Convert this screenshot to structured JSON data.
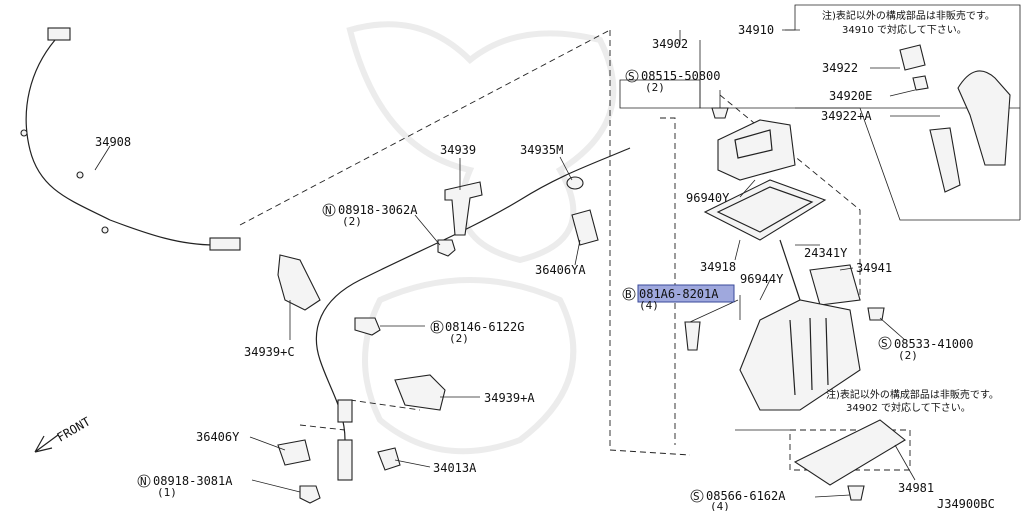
{
  "callouts": {
    "p34908": "34908",
    "p34939": "34939",
    "p34935m": "34935M",
    "n08918_3062a": "08918-3062A",
    "n08918_3062a_qty": "(2)",
    "p36406ya": "36406YA",
    "p34939c": "34939+C",
    "b08146_6122g": "08146-6122G",
    "b08146_6122g_qty": "(2)",
    "p34939a": "34939+A",
    "p36406y": "36406Y",
    "p34013a": "34013A",
    "n08918_3081a": "08918-3081A",
    "n08918_3081a_qty": "(1)",
    "front": "FRONT",
    "p34902": "34902",
    "s08515_50800": "08515-50800",
    "s08515_50800_qty": "(2)",
    "p96940y": "96940Y",
    "p34918": "34918",
    "p24341y": "24341Y",
    "p96944y": "96944Y",
    "p34941": "34941",
    "b081a6_8201a": "081A6-8201A",
    "b081a6_8201a_qty": "(4)",
    "s08533_41000": "08533-41000",
    "s08533_41000_qty": "(2)",
    "p34910": "34910",
    "p34922": "34922",
    "p34920e": "34920E",
    "p34922a": "34922+A",
    "p34981": "34981",
    "s08566_6162a": "08566-6162A",
    "s08566_6162a_qty": "(4)",
    "ref": "J34900BC"
  },
  "prefixes": {
    "n": "N",
    "b": "B",
    "s": "S"
  },
  "notes": {
    "note1_line1": "注)表記以外の構成部品は非販売です。",
    "note1_line2": "34910 で対応して下さい。",
    "note2_line1": "注)表記以外の構成部品は非販売です。",
    "note2_line2": "34902 で対応して下さい。"
  },
  "colors": {
    "highlight": "#9fa8dd",
    "highlight_border": "#3a4a9a",
    "line": "#222222"
  },
  "highlighted_part": "081A6-8201A"
}
